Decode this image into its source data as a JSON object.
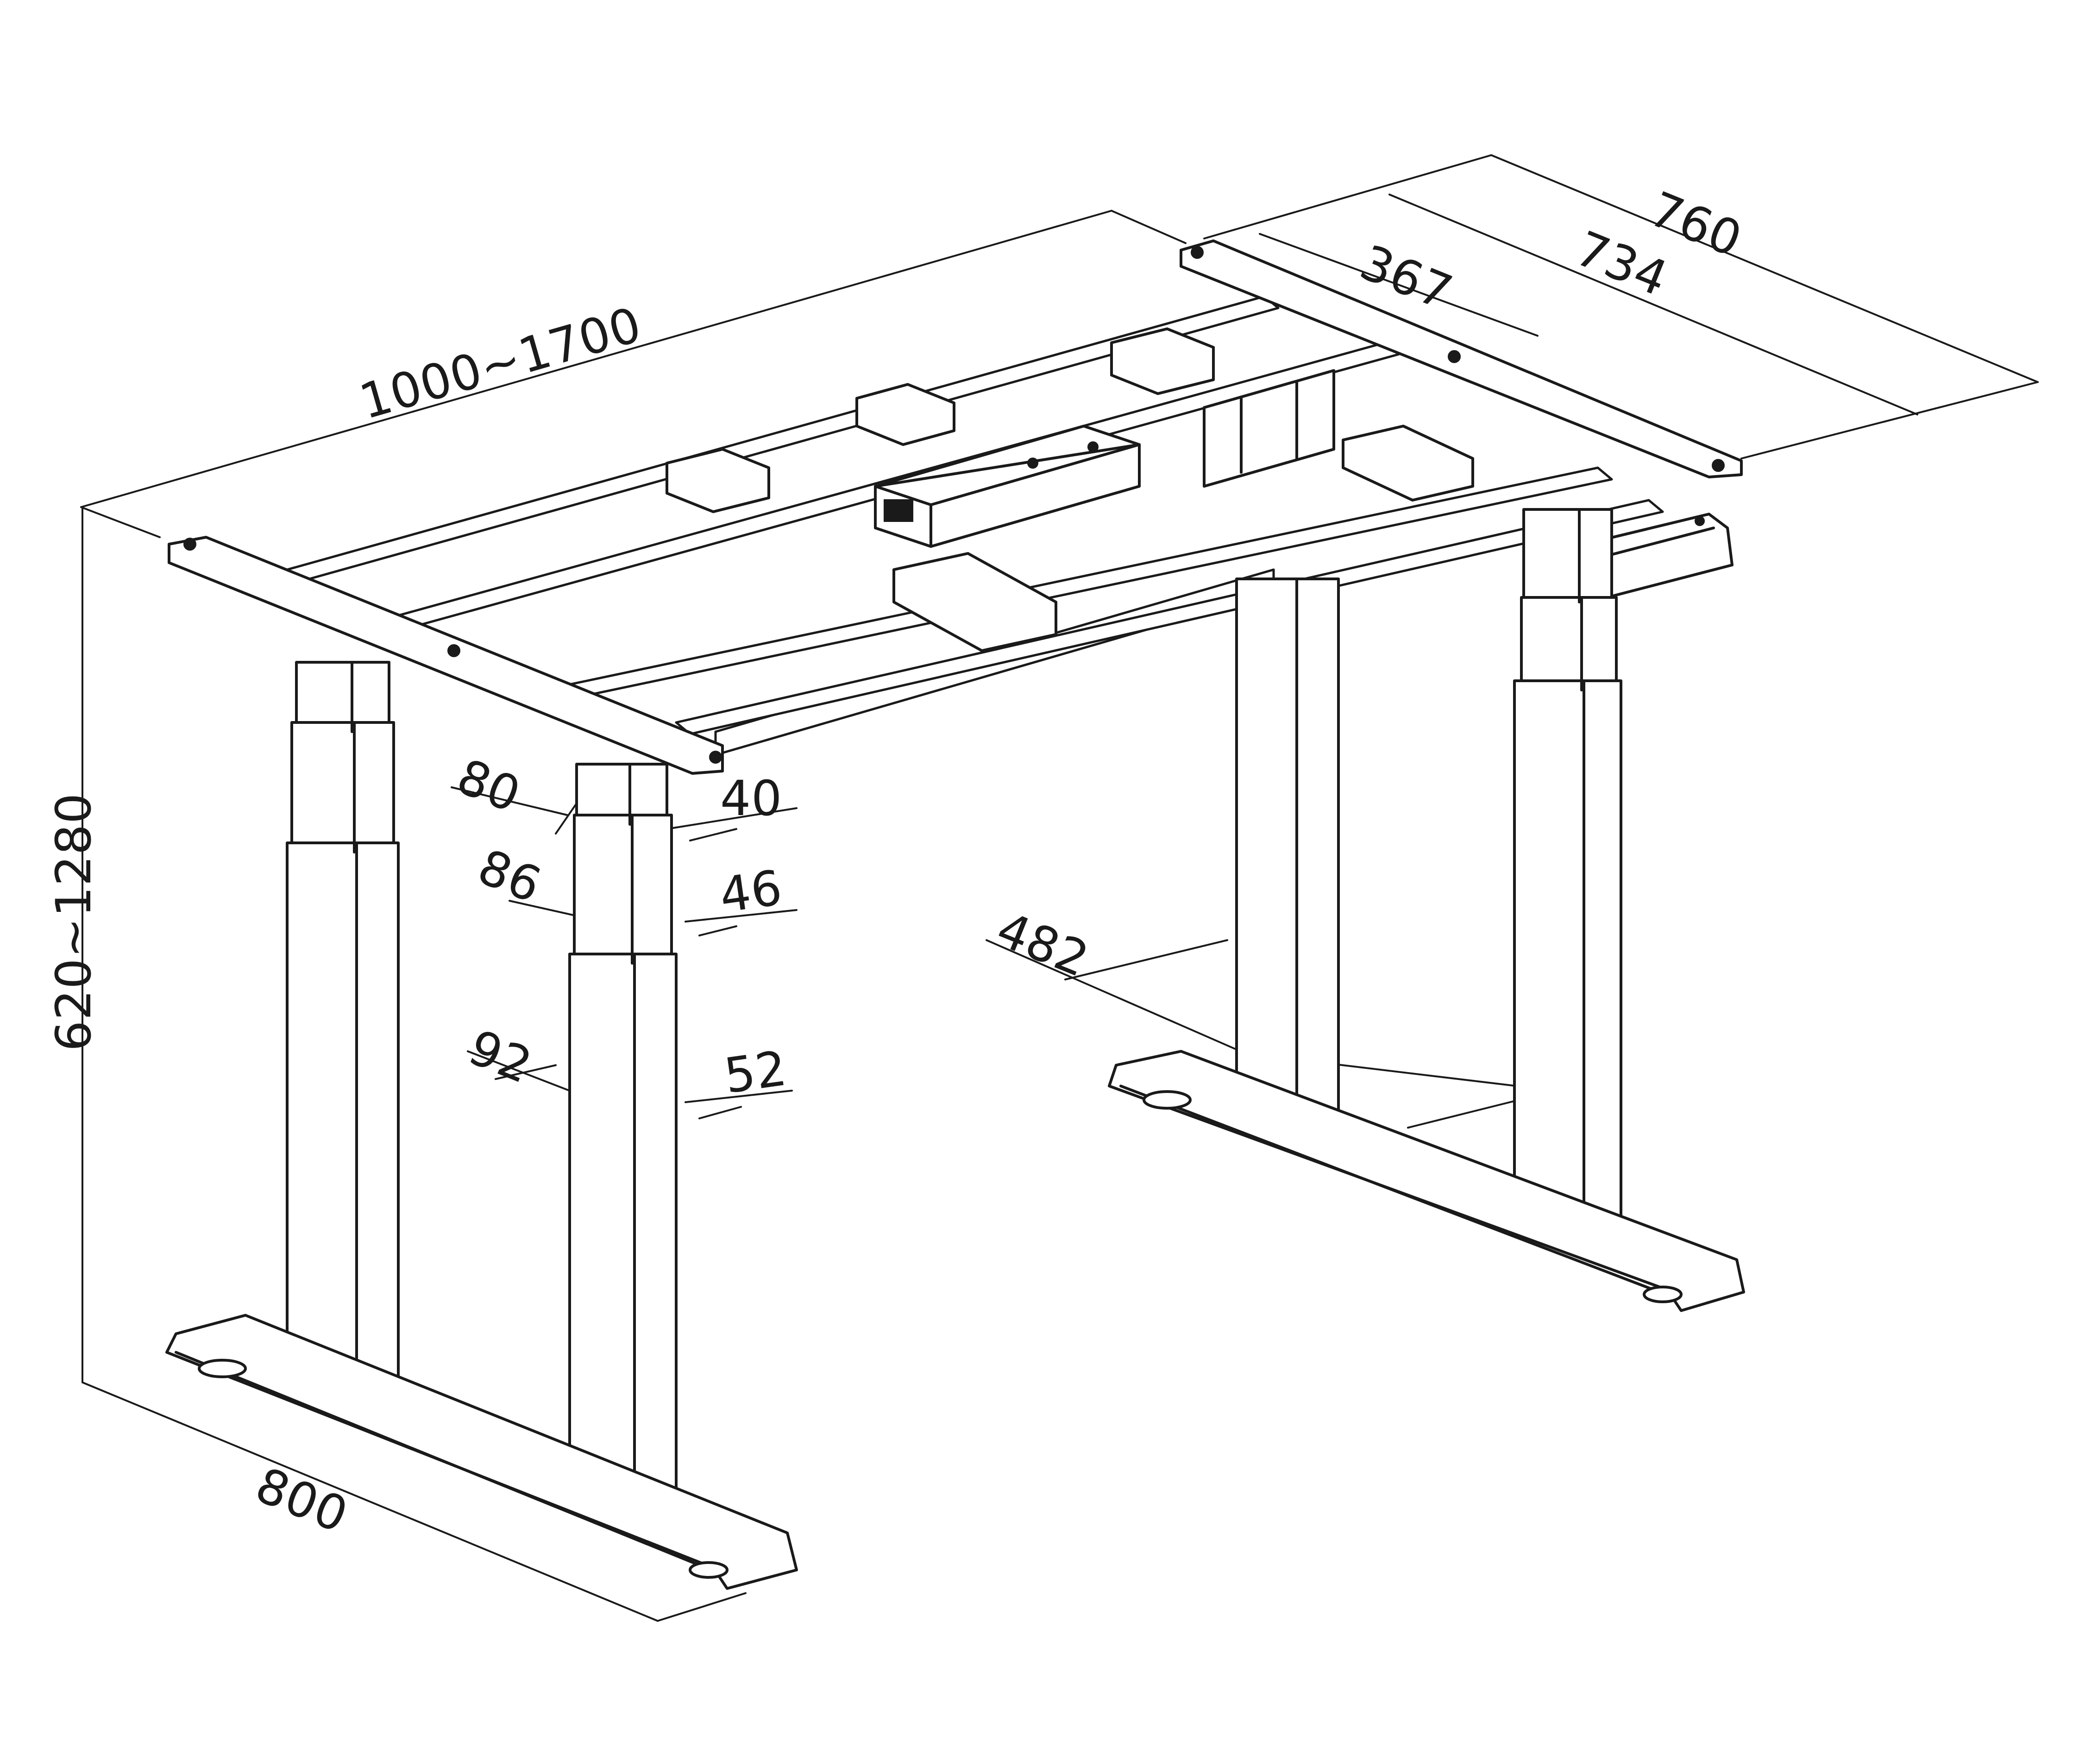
{
  "dimensions": {
    "length_range": "1000~1700",
    "height_range": "620~1280",
    "base_length": "800",
    "frame_depth_outer": "760",
    "frame_depth_inner": "734",
    "crossbar_offset": "367",
    "foot_spacing": "482",
    "column_stage1_width": "80",
    "column_stage1_depth": "40",
    "column_stage2_width": "86",
    "column_stage2_depth": "46",
    "column_stage3_width": "92",
    "column_stage3_depth": "52"
  },
  "colors": {
    "line": "#1a1a1a",
    "background": "#ffffff"
  }
}
